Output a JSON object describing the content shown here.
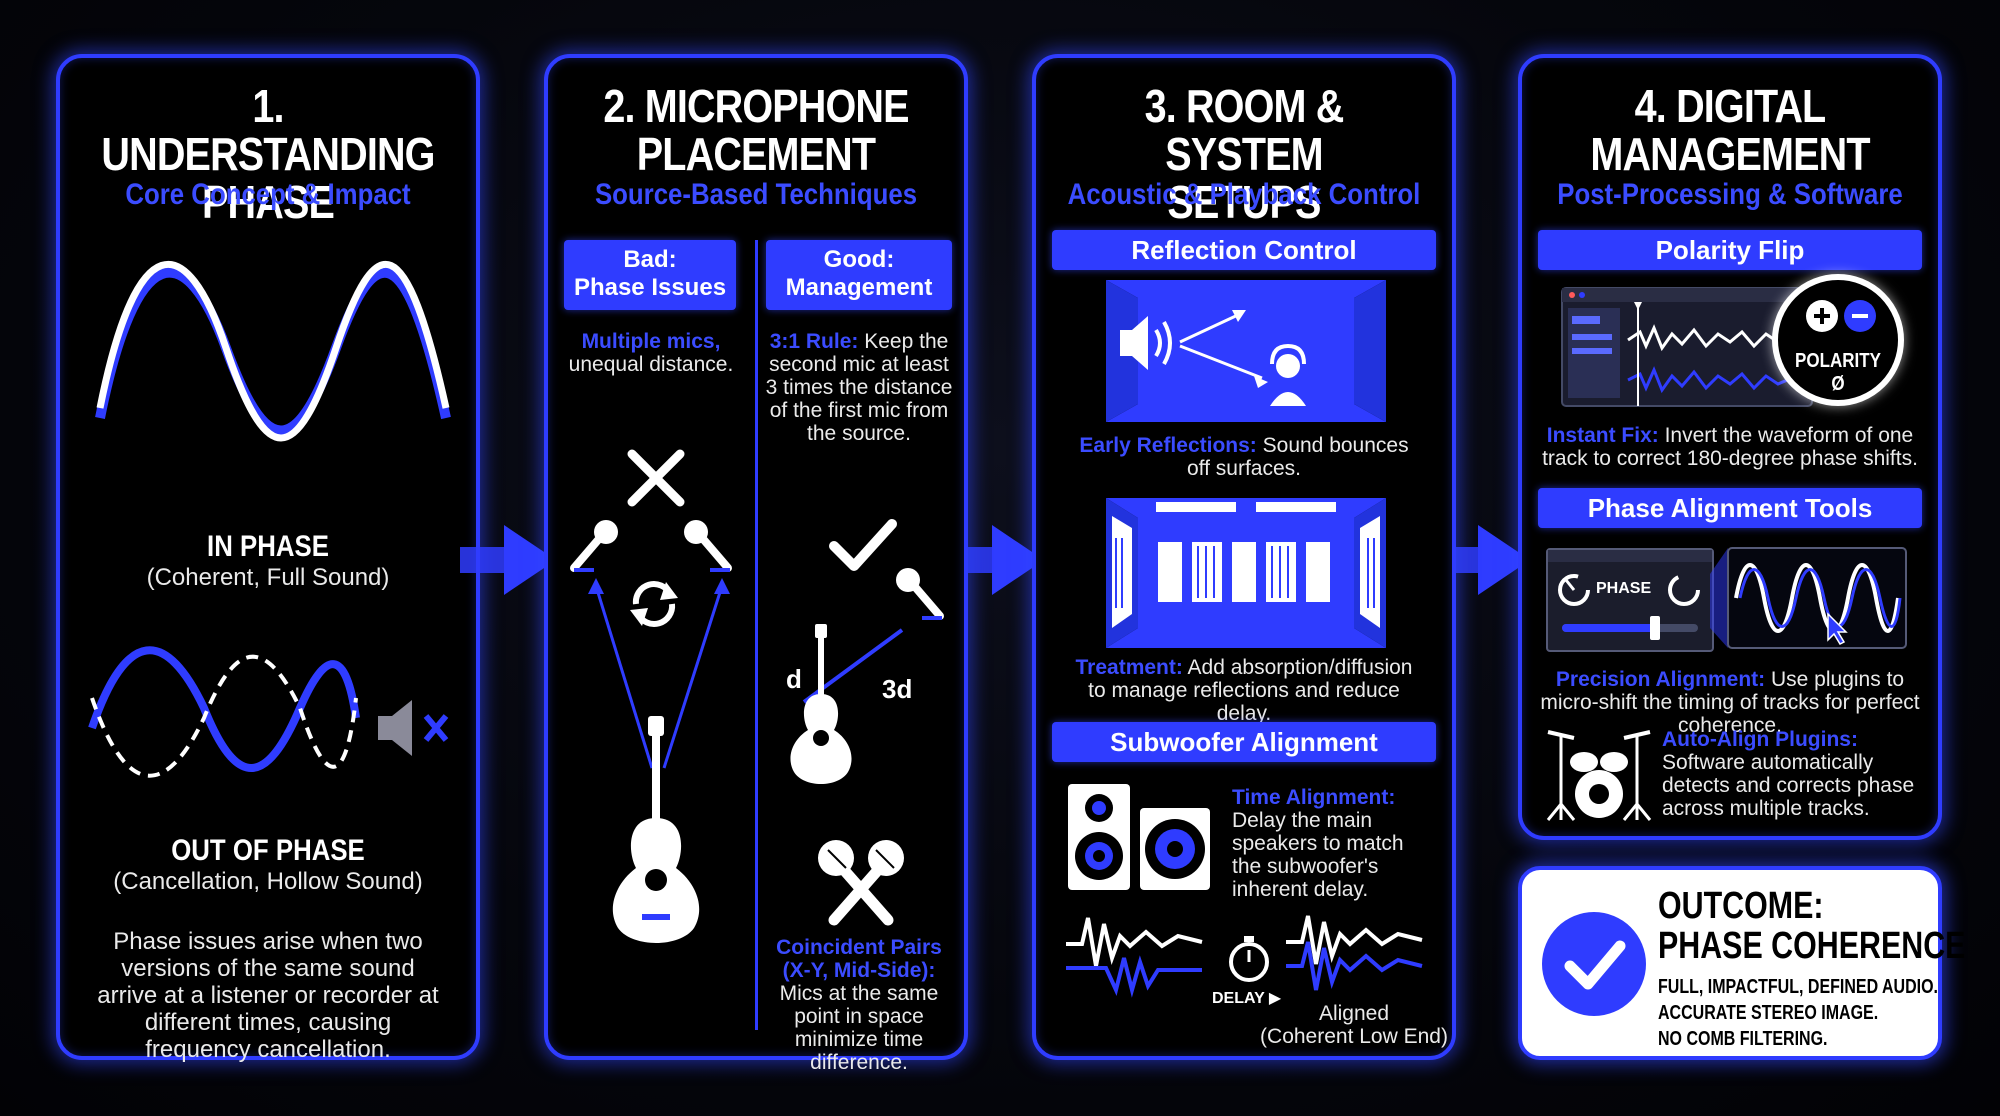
{
  "panel1": {
    "title_line1": "1. UNDERSTANDING",
    "title_line2": "PHASE",
    "subtitle": "Core Concept & Impact",
    "in_phase_label": "IN PHASE",
    "in_phase_desc": "(Coherent, Full Sound)",
    "out_phase_label": "OUT OF PHASE",
    "out_phase_desc": "(Cancellation, Hollow Sound)",
    "body": "Phase issues arise when two versions of the same sound arrive at a listener or recorder at different times, causing frequency cancellation."
  },
  "panel2": {
    "title_line1": "2. MICROPHONE",
    "title_line2": "PLACEMENT",
    "subtitle": "Source-Based Techniques",
    "bad_label_line1": "Bad:",
    "bad_label_line2": "Phase Issues",
    "good_label_line1": "Good:",
    "good_label_line2": "Management",
    "bad_hl": "Multiple mics,",
    "bad_text": "unequal distance.",
    "good_hl": "3:1 Rule:",
    "good_text": " Keep the second mic at least 3 times the distance of the first mic from the source.",
    "dist_d": "d",
    "dist_3d": "3d",
    "coincident_hl": "Coincident Pairs (X-Y, Mid-Side):",
    "coincident_text": "Mics at the same point in space minimize time difference."
  },
  "panel3": {
    "title_line1": "3. ROOM & SYSTEM",
    "title_line2": "SETUPS",
    "subtitle": "Acoustic & Playback Control",
    "reflection_bar": "Reflection Control",
    "early_hl": "Early Reflections:",
    "early_text": " Sound bounces off surfaces.",
    "treatment_hl": "Treatment:",
    "treatment_text": " Add absorption/diffusion to manage reflections and reduce delay.",
    "sub_bar": "Subwoofer Alignment",
    "time_hl": "Time Alignment:",
    "time_text": " Delay the main speakers to match the subwoofer's inherent delay.",
    "delay_label": "DELAY ▶",
    "aligned_line1": "Aligned",
    "aligned_line2": "(Coherent Low End)"
  },
  "panel4": {
    "title_line1": "4. DIGITAL",
    "title_line2": "MANAGEMENT",
    "subtitle": "Post-Processing & Software",
    "polarity_bar": "Polarity Flip",
    "polarity_badge": "POLARITY Ø",
    "instant_hl": "Instant Fix:",
    "instant_text": " Invert the waveform of one track to correct 180-degree phase shifts.",
    "align_bar": "Phase Alignment Tools",
    "phase_knob_label": "PHASE",
    "precision_hl": "Precision Alignment:",
    "precision_text": " Use plugins to micro-shift the timing of tracks for perfect coherence.",
    "auto_hl": "Auto-Align Plugins:",
    "auto_text": " Software automatically detects and corrects phase across multiple tracks."
  },
  "outcome": {
    "title_line1": "OUTCOME:",
    "title_line2": "PHASE COHERENCE",
    "line1": "FULL, IMPACTFUL, DEFINED AUDIO.",
    "line2": "ACCURATE STEREO IMAGE.",
    "line3": "NO COMB FILTERING."
  },
  "colors": {
    "accent": "#2f3cff",
    "highlight": "#3b4cff",
    "background": "#000000"
  }
}
